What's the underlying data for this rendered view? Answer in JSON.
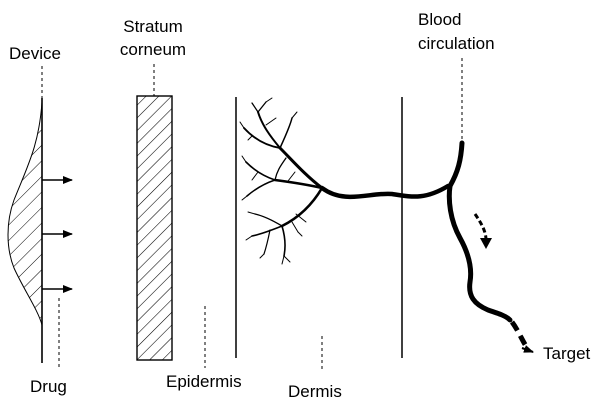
{
  "labels": {
    "device": "Device",
    "stratum_line1": "Stratum",
    "stratum_line2": "corneum",
    "blood_line1": "Blood",
    "blood_line2": "circulation",
    "drug": "Drug",
    "epidermis": "Epidermis",
    "dermis": "Dermis",
    "target": "Target"
  },
  "colors": {
    "ink": "#000000",
    "background": "#ffffff"
  }
}
